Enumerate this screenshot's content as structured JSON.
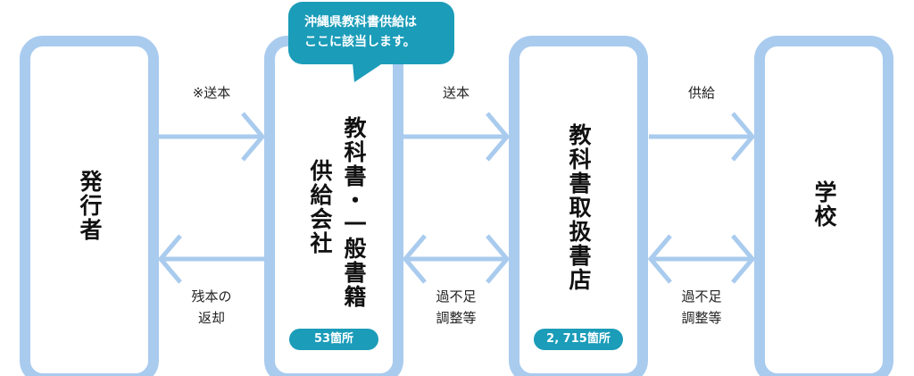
{
  "callout": {
    "line1": "沖縄県教科書供給は",
    "line2": "ここに該当します。"
  },
  "nodes": {
    "publisher": "発行者",
    "supplier_line1": "教科書・一般書籍",
    "supplier_line2": "供給会社",
    "supplier_count": "53箇所",
    "bookstore": "教科書取扱書店",
    "bookstore_count": "2, 715箇所",
    "school": "学校"
  },
  "flows": {
    "publisher_to_supplier": "※送本",
    "supplier_to_publisher_line1": "残本の",
    "supplier_to_publisher_line2": "返却",
    "supplier_to_bookstore": "送本",
    "supplier_bookstore_adjust_line1": "過不足",
    "supplier_bookstore_adjust_line2": "調整等",
    "bookstore_to_school": "供給",
    "bookstore_school_adjust_line1": "過不足",
    "bookstore_school_adjust_line2": "調整等"
  },
  "colors": {
    "box_border": "#a9cbee",
    "accent": "#1b9cb9"
  }
}
